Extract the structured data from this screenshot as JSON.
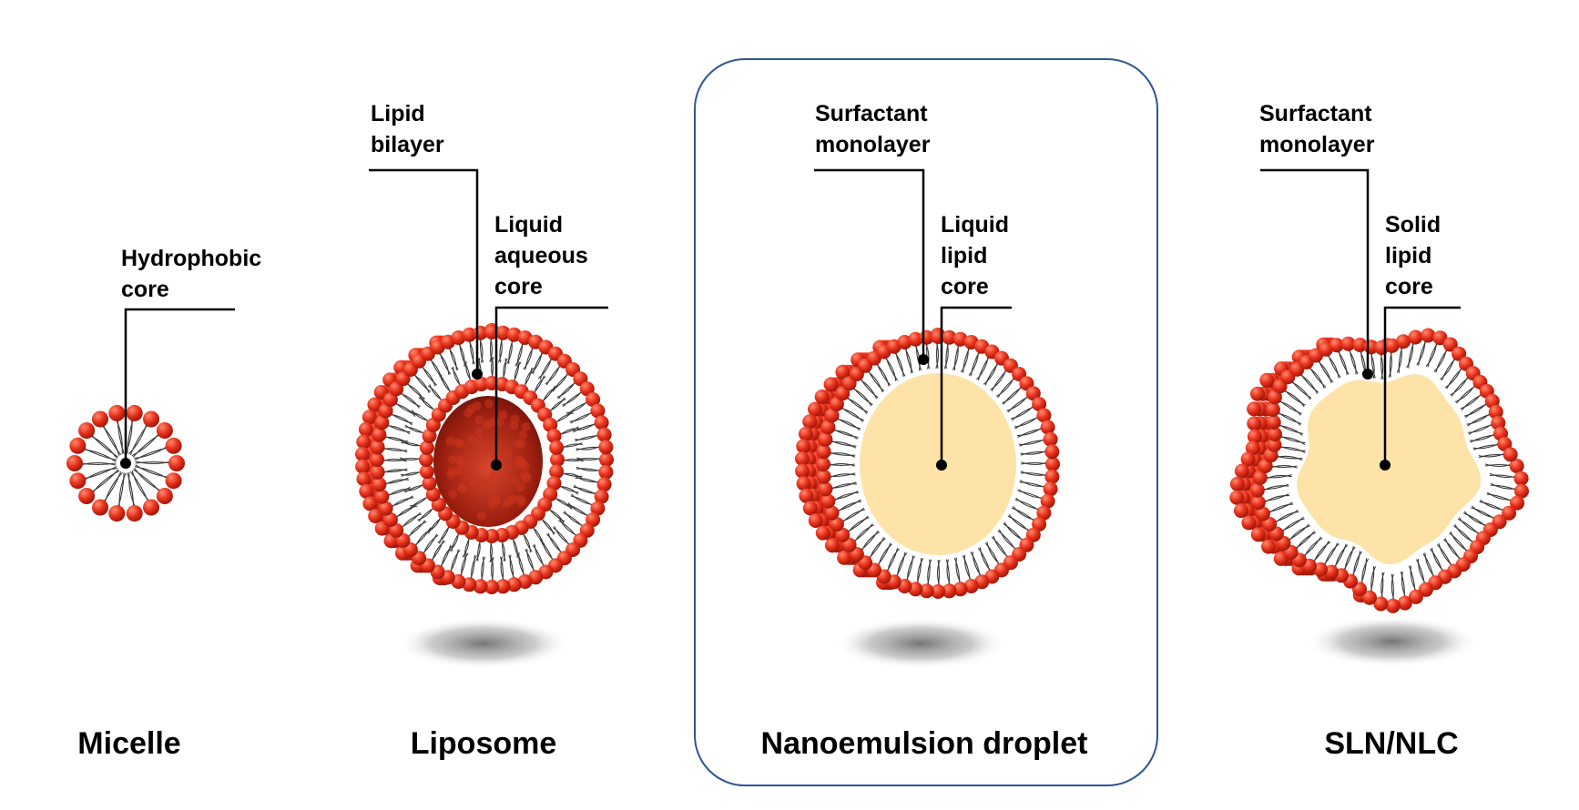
{
  "colors": {
    "head": "#e8321c",
    "head_dark": "#a3170a",
    "tail": "#3a3a3a",
    "liquid_lipid_core": "#fde3a8",
    "solid_lipid_core": "#fde3a8",
    "highlight_frame": "#2f5597"
  },
  "particles": [
    {
      "title": "Micelle",
      "callouts": [
        {
          "lines": [
            "Hydrophobic",
            "core"
          ]
        }
      ]
    },
    {
      "title": "Liposome",
      "callouts": [
        {
          "lines": [
            "Lipid",
            "bilayer"
          ]
        },
        {
          "lines": [
            "Liquid",
            "aqueous",
            "core"
          ]
        }
      ]
    },
    {
      "title": "Nanoemulsion droplet",
      "highlighted": true,
      "callouts": [
        {
          "lines": [
            "Surfactant",
            "monolayer"
          ]
        },
        {
          "lines": [
            "Liquid",
            "lipid",
            "core"
          ]
        }
      ]
    },
    {
      "title": "SLN/NLC",
      "callouts": [
        {
          "lines": [
            "Surfactant",
            "monolayer"
          ]
        },
        {
          "lines": [
            "Solid",
            "lipid",
            "core"
          ]
        }
      ]
    }
  ]
}
